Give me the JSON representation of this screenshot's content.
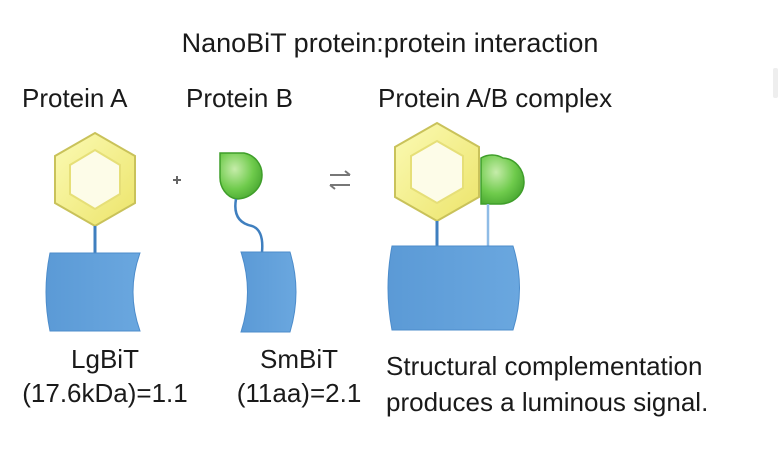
{
  "title": "NanoBiT protein:protein interaction",
  "labels": {
    "protein_a": "Protein A",
    "protein_b": "Protein B",
    "complex": "Protein A/B complex"
  },
  "operators": {
    "plus": "+",
    "equilibrium": "⇄"
  },
  "lgbit": {
    "name": "LgBiT",
    "detail": "(17.6kDa)=1.1"
  },
  "smbit": {
    "name": "SmBiT",
    "detail": "(11aa)=2.1"
  },
  "description": {
    "line1": "Structural complementation",
    "line2": "produces a luminous signal."
  },
  "colors": {
    "hexagon_fill": "#f4f28c",
    "hexagon_inner": "#fdfce6",
    "hexagon_stroke": "#cfc860",
    "green_fill": "#5dc13e",
    "green_light": "#b7e59a",
    "blue_fill": "#5a9bd8",
    "blue_stroke": "#3f7fbf",
    "linker": "#3f7fbf"
  },
  "icons": [
    "hexagon-protein-a-icon",
    "green-protein-b-icon",
    "lgbit-barrel-icon",
    "smbit-barrel-icon",
    "plus-icon",
    "equilibrium-arrows-icon"
  ]
}
